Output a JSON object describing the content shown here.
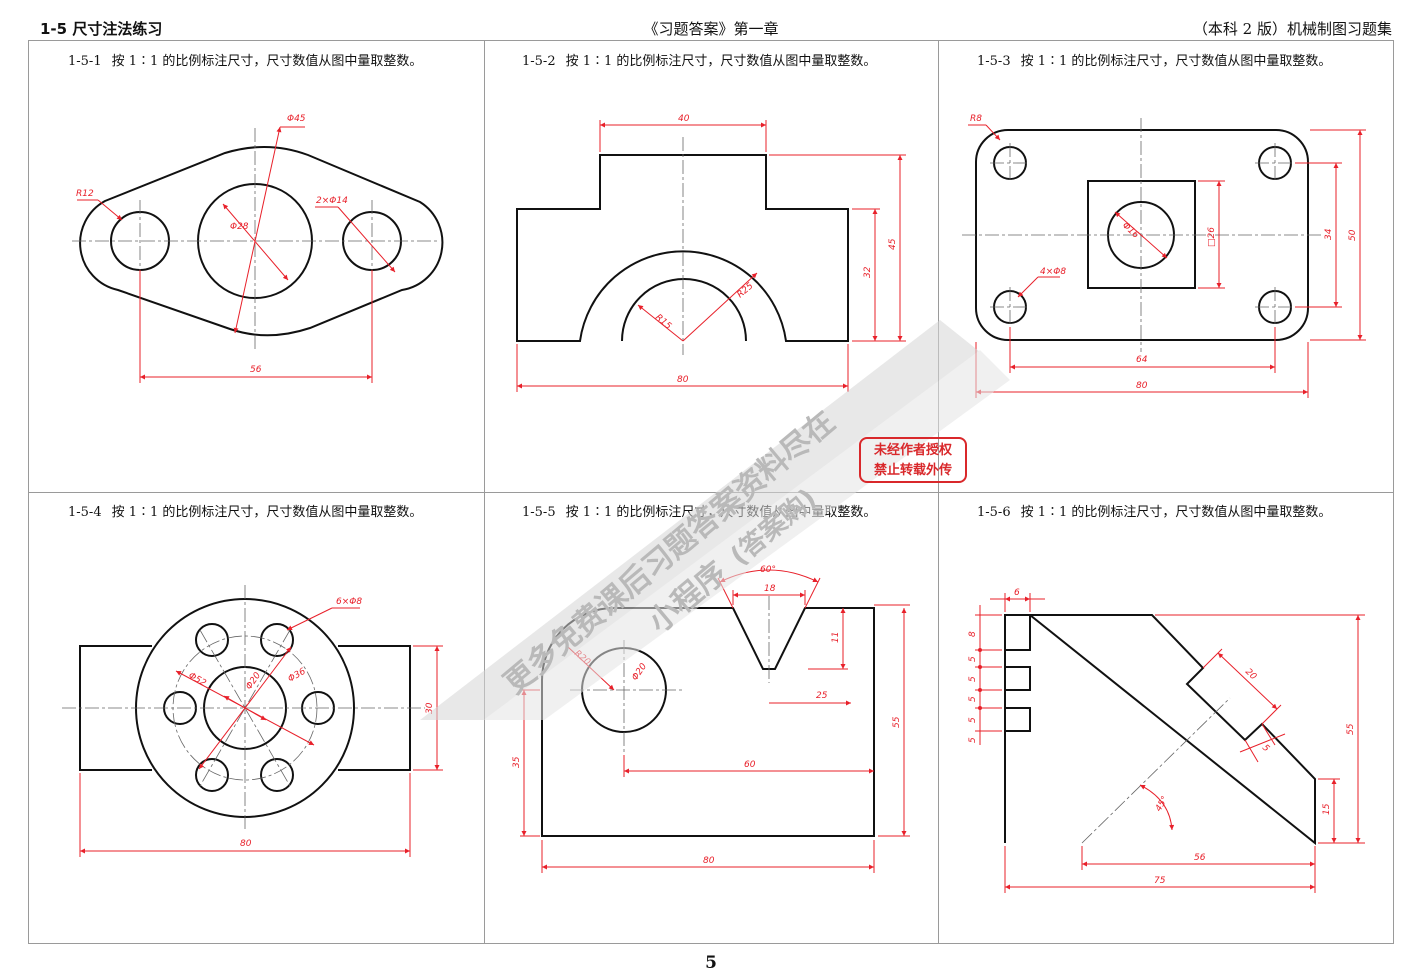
{
  "header": {
    "section": "1-5   尺寸注法练习",
    "center": "《习题答案》第一章",
    "right": "（本科 2 版）机械制图习题集"
  },
  "instruction": "按 1∶1 的比例标注尺寸，尺寸数值从图中量取整数。",
  "exercises": [
    {
      "id": "1-5-1",
      "dims": [
        "Φ45",
        "R12",
        "2×Φ14",
        "Φ28",
        "56"
      ]
    },
    {
      "id": "1-5-2",
      "dims": [
        "40",
        "45",
        "32",
        "R25",
        "R15",
        "80"
      ]
    },
    {
      "id": "1-5-3",
      "dims": [
        "R8",
        "Φ16",
        "□26",
        "34",
        "50",
        "4×Φ8",
        "64",
        "80"
      ]
    },
    {
      "id": "1-5-4",
      "dims": [
        "6×Φ8",
        "Φ52",
        "Φ20",
        "Φ36",
        "30",
        "80"
      ]
    },
    {
      "id": "1-5-5",
      "dims": [
        "60°",
        "18",
        "11",
        "R20",
        "Φ20",
        "25",
        "35",
        "60",
        "55",
        "80"
      ]
    },
    {
      "id": "1-5-6",
      "dims": [
        "6",
        "8",
        "5",
        "5",
        "5",
        "5",
        "5",
        "20",
        "5",
        "55",
        "45°",
        "15",
        "56",
        "75"
      ]
    }
  ],
  "stamp": {
    "line1": "未经作者授权",
    "line2": "禁止转载外传"
  },
  "watermark": {
    "line1": "更多免费课后习题答案资料尽在",
    "line2": "小程序",
    "line3": "(答案购)"
  },
  "page_number": "5",
  "colors": {
    "dimension": "#e8202a",
    "outline": "#111111",
    "grid": "#9a9a9a",
    "watermark": "#cfcfcf"
  }
}
